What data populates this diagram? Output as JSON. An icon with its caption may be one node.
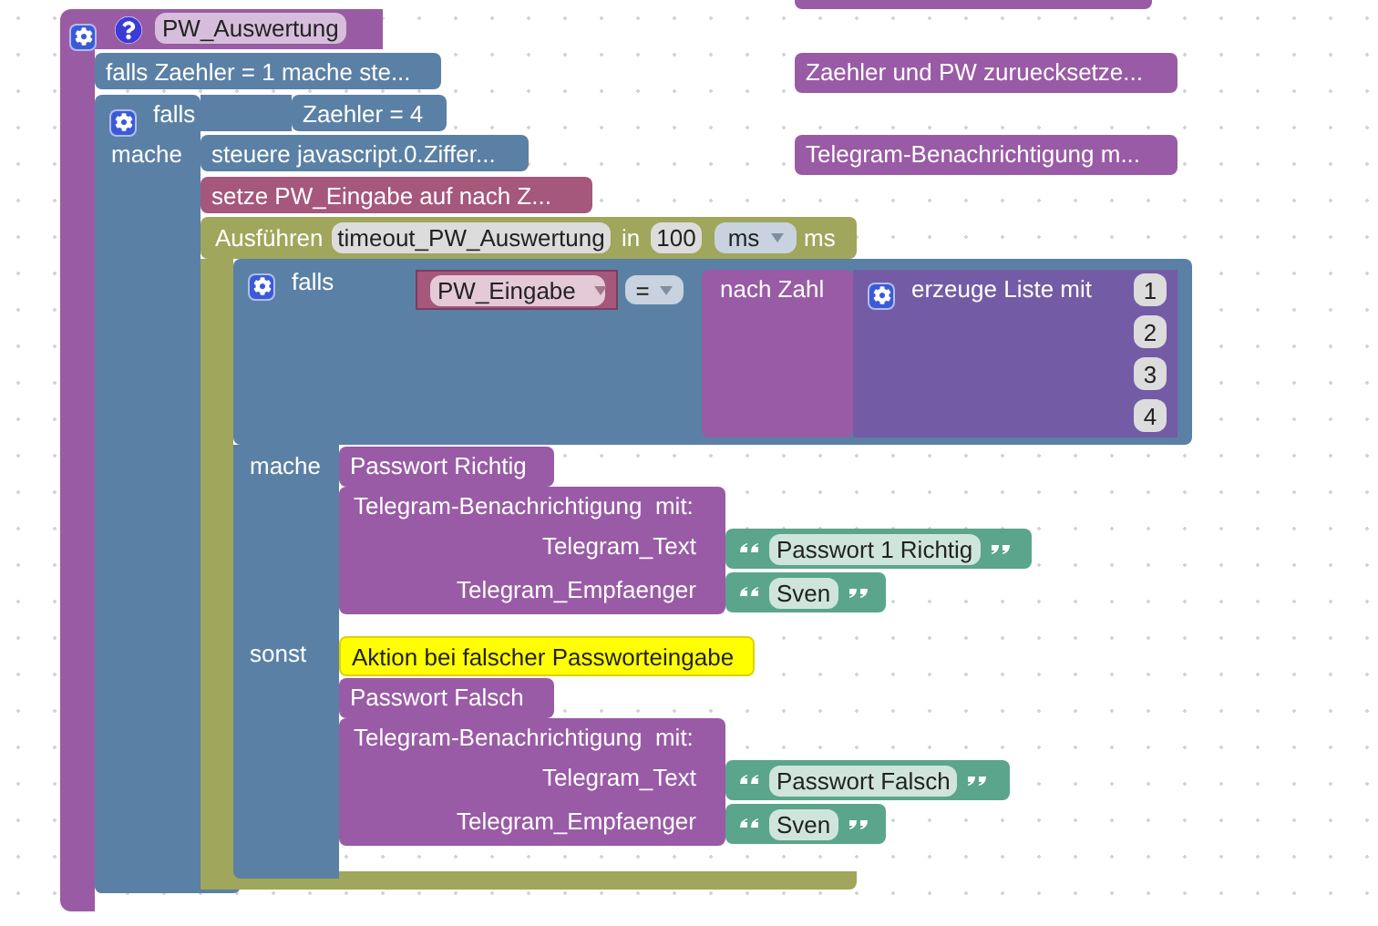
{
  "diagram": {
    "nodes": [
      {
        "text": [
          "PW_Auswertung"
        ]
      },
      {
        "text": [
          "falls Zaehler = 1 mache ste..."
        ]
      },
      {
        "text": [
          "falls",
          "mache"
        ]
      },
      {
        "text": [
          "Zaehler = 4"
        ]
      },
      {
        "text": [
          "steuere javascript.0.Ziffer..."
        ]
      },
      {
        "text": [
          "setze PW_Eingabe auf nach Z..."
        ]
      },
      {
        "text": [
          "Ausführen",
          "in",
          "ms"
        ]
      },
      {
        "text": [
          "timeout_PW_Auswertung"
        ],
        "in": 6
      },
      {
        "text": [
          "100"
        ],
        "in": 6
      },
      {
        "text": [
          "ms"
        ],
        "in": 6
      },
      {
        "text": [
          "falls"
        ]
      },
      {
        "text": [
          "PW_Eingabe"
        ],
        "in": 10
      },
      {
        "text": [
          "="
        ],
        "in": 10
      },
      {
        "text": [
          "nach Zahl"
        ],
        "in": 10
      },
      {
        "text": [
          "erzeuge Liste mit"
        ],
        "in": 10
      },
      {
        "text": [
          "1"
        ],
        "in": 14
      },
      {
        "text": [
          "2"
        ],
        "in": 14
      },
      {
        "text": [
          "3"
        ],
        "in": 14
      },
      {
        "text": [
          "4"
        ],
        "in": 14
      },
      {
        "text": [
          "Passwort Richtig"
        ]
      },
      {
        "text": [
          "Telegram-Benachrichtigung  mit:",
          "Telegram_Text",
          "Telegram_Empfaenger"
        ]
      },
      {
        "text": [
          "Passwort 1 Richtig"
        ]
      },
      {
        "text": [
          "Sven"
        ]
      },
      {
        "text": [
          "Aktion bei falscher Passworteingabe"
        ]
      },
      {
        "text": [
          "Passwort Falsch"
        ]
      },
      {
        "text": [
          "Telegram-Benachrichtigung  mit:",
          "Telegram_Text",
          "Telegram_Empfaenger"
        ]
      },
      {
        "text": [
          "Passwort Falsch"
        ]
      },
      {
        "text": [
          "Sven"
        ]
      },
      {
        "text": [],
        "shape": "box"
      },
      {
        "text": [
          "Zaehler und PW zuruecksetze..."
        ]
      },
      {
        "text": [
          "Telegram-Benachrichtigung m..."
        ]
      }
    ],
    "labels": [
      "mache",
      "sonst"
    ]
  }
}
